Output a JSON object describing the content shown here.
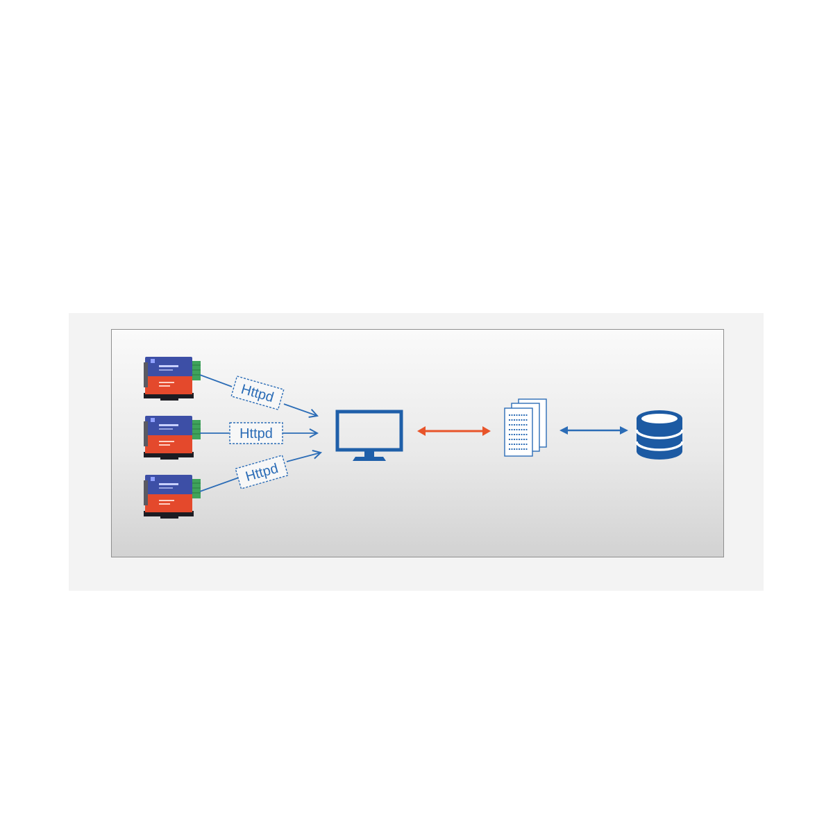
{
  "colors": {
    "outer_panel": "#f3f3f3",
    "inner_panel_top": "#fafafa",
    "inner_panel_bottom": "#d2d2d2",
    "panel_border": "#8e8e8e",
    "flow_blue": "#2b6cb6",
    "computer_blue": "#1f5fa9",
    "sync_orange": "#e8542a",
    "database_blue": "#1c5aa3",
    "device_blue": "#3d4fa6",
    "device_orange": "#e4492c",
    "device_body": "#2b2b33",
    "terminal_green": "#3fa35b"
  },
  "devices": [
    {
      "name": "serial-device-1"
    },
    {
      "name": "serial-device-2"
    },
    {
      "name": "serial-device-3"
    }
  ],
  "protocol_labels": [
    {
      "text": "Httpd"
    },
    {
      "text": "Httpd"
    },
    {
      "text": "Httpd"
    }
  ],
  "icons": {
    "computer": "monitor-icon",
    "documents": "documents-icon",
    "database": "database-icon"
  }
}
